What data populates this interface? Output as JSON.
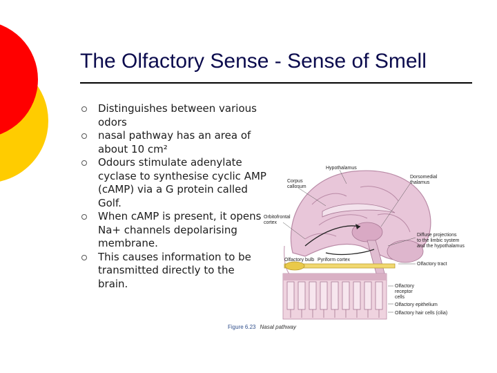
{
  "slide": {
    "title": "The Olfactory Sense - Sense of Smell",
    "bullets": [
      "Distinguishes between various odors",
      "nasal pathway has an area of about 10 cm²",
      "Odours stimulate adenylate cyclase to synthesise cyclic AMP (cAMP) via a G protein called Golf.",
      "When cAMP is present, it opens Na+ channels depolarising membrane.",
      "This causes information to be transmitted directly to the brain."
    ]
  },
  "figure": {
    "labels": {
      "hypothalamus": "Hypothalamus",
      "corpus_callosum_1": "Corpus",
      "corpus_callosum_2": "callosum",
      "dorsomedial_1": "Dorsomedial",
      "dorsomedial_2": "thalamus",
      "orbitofrontal_1": "Orbitofrontal",
      "orbitofrontal_2": "cortex",
      "diffuse_1": "Diffuse projections",
      "diffuse_2": "to the limbic system",
      "diffuse_3": "and the hypothalamus",
      "olfactory_bulb": "Olfactory bulb",
      "pyriform": "Pyriform cortex",
      "olfactory_tract": "Olfactory tract",
      "receptor_1": "Olfactory",
      "receptor_2": "receptor",
      "receptor_3": "cells",
      "epithelium": "Olfactory epithelium",
      "hair_cells": "Olfactory hair cells (cilia)"
    },
    "caption_number": "Figure 6.23",
    "caption_text": "Nasal pathway"
  },
  "colors": {
    "title": "#0b0b4d",
    "deco_red": "#ff0000",
    "deco_yellow": "#ffcc00",
    "brain_pink": "#e8c6d9",
    "caption_blue": "#2e4d8a"
  }
}
